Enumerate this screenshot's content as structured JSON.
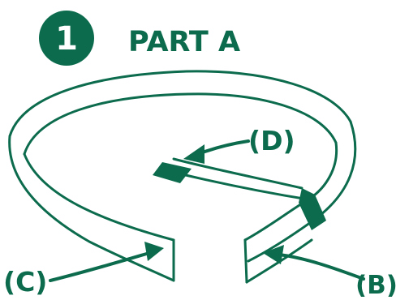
{
  "step": {
    "number": "1",
    "title": "PART A"
  },
  "callouts": {
    "b": "(B)",
    "c": "(C)",
    "d": "(D)"
  },
  "colors": {
    "brand_green": "#0b6b4c",
    "outline": "#0b6b4c",
    "badge_text": "#ffffff",
    "background": "#ffffff"
  }
}
